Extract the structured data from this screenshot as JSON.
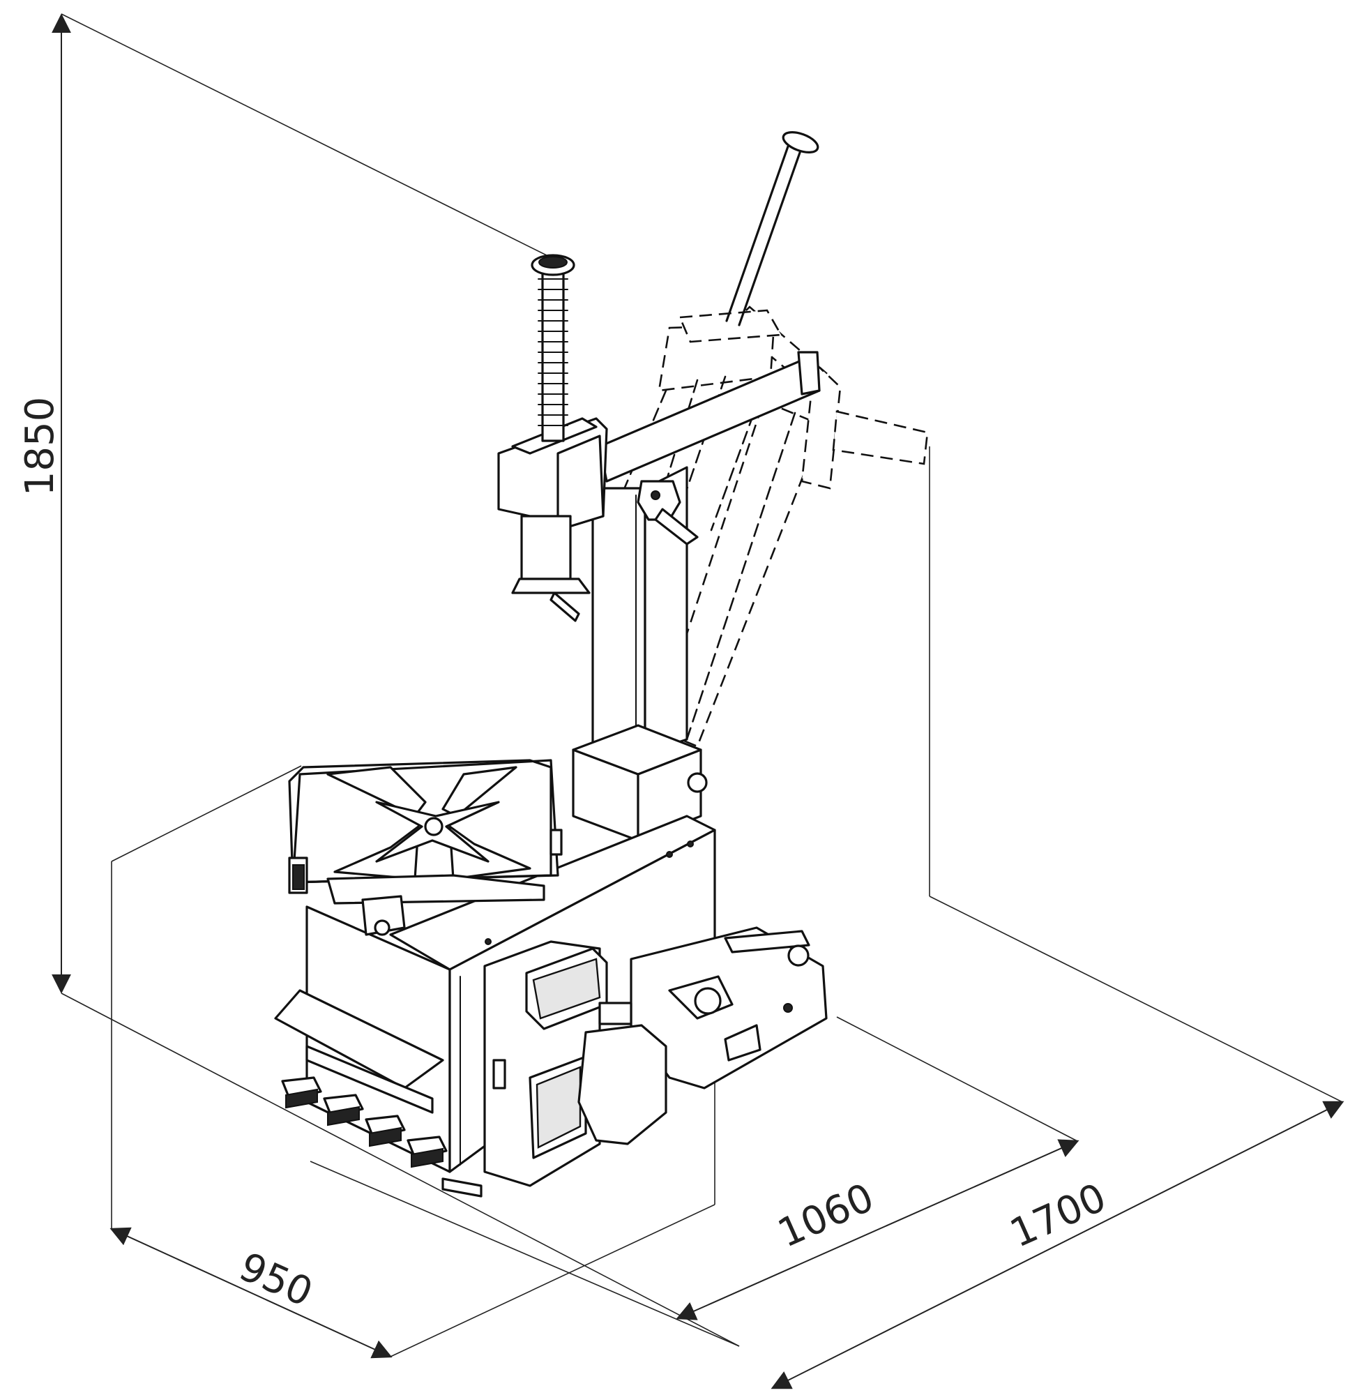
{
  "dimensions": {
    "height": "1850",
    "depth": "950",
    "width_min": "1060",
    "width_max": "1700"
  },
  "colors": {
    "line": "#111111",
    "background": "#ffffff"
  }
}
